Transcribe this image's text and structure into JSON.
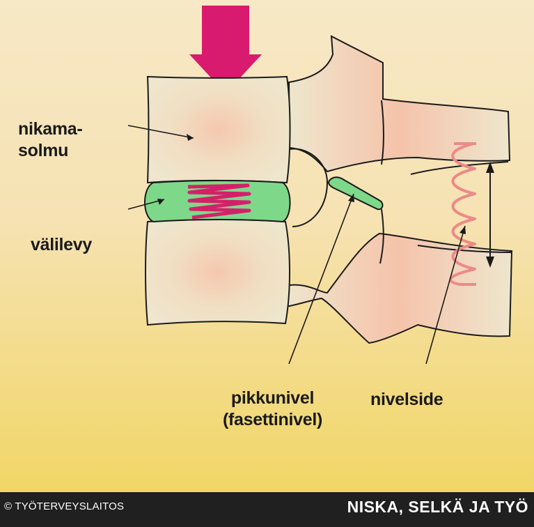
{
  "labels": {
    "vertebral_body": [
      "nikama-",
      "solmu"
    ],
    "disc": "välilevy",
    "facet_joint": [
      "pikkunivel",
      "(fasettinivel)"
    ],
    "ligament": "nivelside"
  },
  "footer": {
    "copyright": "© TYÖTERVEYSLAITOS",
    "series_title": "NISKA, SELKÄ JA TYÖ"
  },
  "colors": {
    "background_top": "#f7e8c6",
    "background_bottom": "#f1d666",
    "bone": "#efe4c8",
    "bone_shade": "#f3c2aa",
    "disc": "#7ed88a",
    "spring": "#d4206a",
    "ligament_spring": "#ec8a88",
    "arrow": "#d81b6e",
    "outline": "#1a1a1a",
    "footer": "#202020"
  },
  "icons": {
    "load_arrow": "down-arrow-icon",
    "disc_spring": "spring-icon",
    "ligament_spring": "spring-icon",
    "stretch_arrow": "double-arrow-icon"
  }
}
